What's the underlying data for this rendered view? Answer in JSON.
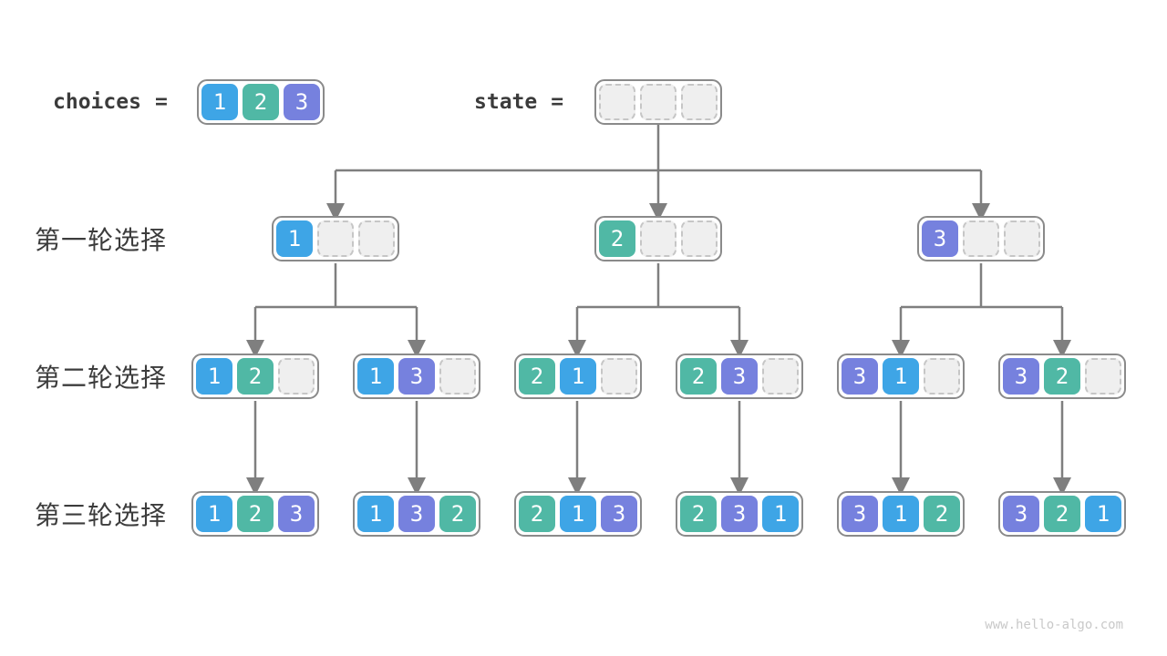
{
  "diagram": {
    "header": {
      "choices_label": "choices",
      "state_label": "state",
      "equals": "=",
      "choices": [
        1,
        2,
        3
      ],
      "state": [
        null,
        null,
        null
      ]
    },
    "rows": [
      {
        "label": "第一轮选择",
        "nodes": [
          [
            1,
            null,
            null
          ],
          [
            2,
            null,
            null
          ],
          [
            3,
            null,
            null
          ]
        ]
      },
      {
        "label": "第二轮选择",
        "nodes": [
          [
            1,
            2,
            null
          ],
          [
            1,
            3,
            null
          ],
          [
            2,
            1,
            null
          ],
          [
            2,
            3,
            null
          ],
          [
            3,
            1,
            null
          ],
          [
            3,
            2,
            null
          ]
        ]
      },
      {
        "label": "第三轮选择",
        "nodes": [
          [
            1,
            2,
            3
          ],
          [
            1,
            3,
            2
          ],
          [
            2,
            1,
            3
          ],
          [
            2,
            3,
            1
          ],
          [
            3,
            1,
            2
          ],
          [
            3,
            2,
            1
          ]
        ]
      }
    ],
    "colors": {
      "1": "#3ea5e6",
      "2": "#50b8a5",
      "3": "#7681de"
    },
    "line_color": "#7f7f7f",
    "watermark": "www.hello-algo.com"
  }
}
